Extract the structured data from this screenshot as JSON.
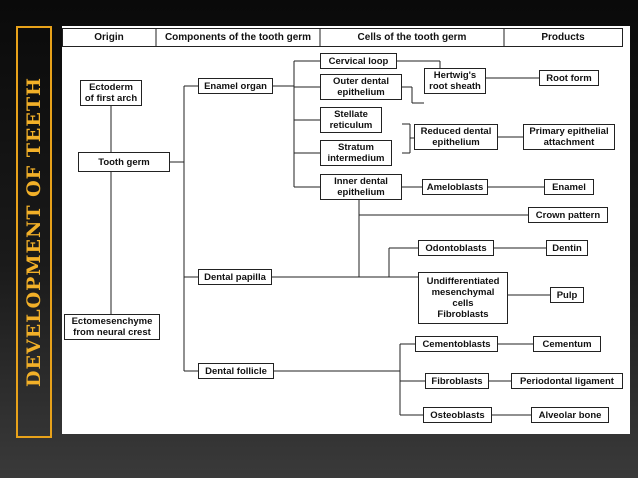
{
  "side_title": "DEVELOPMENT OF TEETH",
  "headers": {
    "origin": "Origin",
    "components": "Components of the tooth germ",
    "cells": "Cells of the tooth germ",
    "products": "Products"
  },
  "nodes": {
    "ectoderm": "Ectoderm\nof first arch",
    "tooth_germ": "Tooth germ",
    "ectomesenchyme": "Ectomesenchyme\nfrom neural crest",
    "enamel_organ": "Enamel organ",
    "dental_papilla": "Dental papilla",
    "dental_follicle": "Dental follicle",
    "cervical_loop": "Cervical loop",
    "outer_dental_epithelium": "Outer dental\nepithelium",
    "stellate_reticulum": "Stellate\nreticulum",
    "stratum_intermedium": "Stratum\nintermedium",
    "inner_dental_epithelium": "Inner dental\nepithelium",
    "hertwigs_root_sheath": "Hertwig's\nroot sheath",
    "reduced_dental_epithelium": "Reduced dental\nepithelium",
    "ameloblasts": "Ameloblasts",
    "odontoblasts": "Odontoblasts",
    "undifferentiated_cells": "Undifferentiated\nmesenchymal\ncells\nFibroblasts",
    "cementoblasts": "Cementoblasts",
    "fibroblasts": "Fibroblasts",
    "osteoblasts": "Osteoblasts",
    "root_form": "Root form",
    "primary_epithelial_attachment": "Primary epithelial\nattachment",
    "enamel": "Enamel",
    "crown_pattern": "Crown pattern",
    "dentin": "Dentin",
    "pulp": "Pulp",
    "cementum": "Cementum",
    "periodontal_ligament": "Periodontal ligament",
    "alveolar_bone": "Alveolar bone"
  },
  "colors": {
    "border": "#e8a21a",
    "title": "#f2b028"
  }
}
